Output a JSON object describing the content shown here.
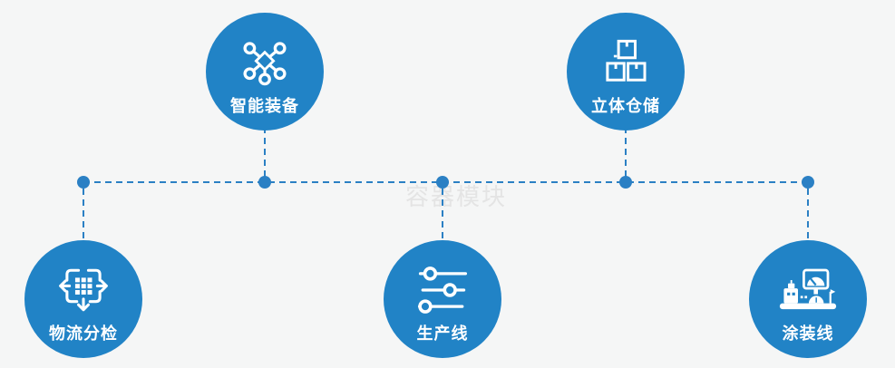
{
  "page": {
    "watermark": "容器模块",
    "background_color": "#f5f6f6",
    "watermark_color": "#e4e4e4"
  },
  "colors": {
    "node_blue": "#2183c6",
    "connector_blue": "#2b80c4",
    "label_color": "#ffffff"
  },
  "diagram": {
    "connector_style": "dashed",
    "junction_dots": 5
  },
  "nodes": [
    {
      "id": "smart-equipment",
      "label": "智能装备",
      "icon": "network-nodes-icon",
      "row": "top"
    },
    {
      "id": "warehouse",
      "label": "立体仓储",
      "icon": "stacked-boxes-icon",
      "row": "top"
    },
    {
      "id": "logistics-sorting",
      "label": "物流分检",
      "icon": "sorting-arrows-icon",
      "row": "bottom"
    },
    {
      "id": "production-line",
      "label": "生产线",
      "icon": "sliders-icon",
      "row": "bottom"
    },
    {
      "id": "painting-line",
      "label": "涂装线",
      "icon": "machine-icon",
      "row": "bottom"
    }
  ]
}
